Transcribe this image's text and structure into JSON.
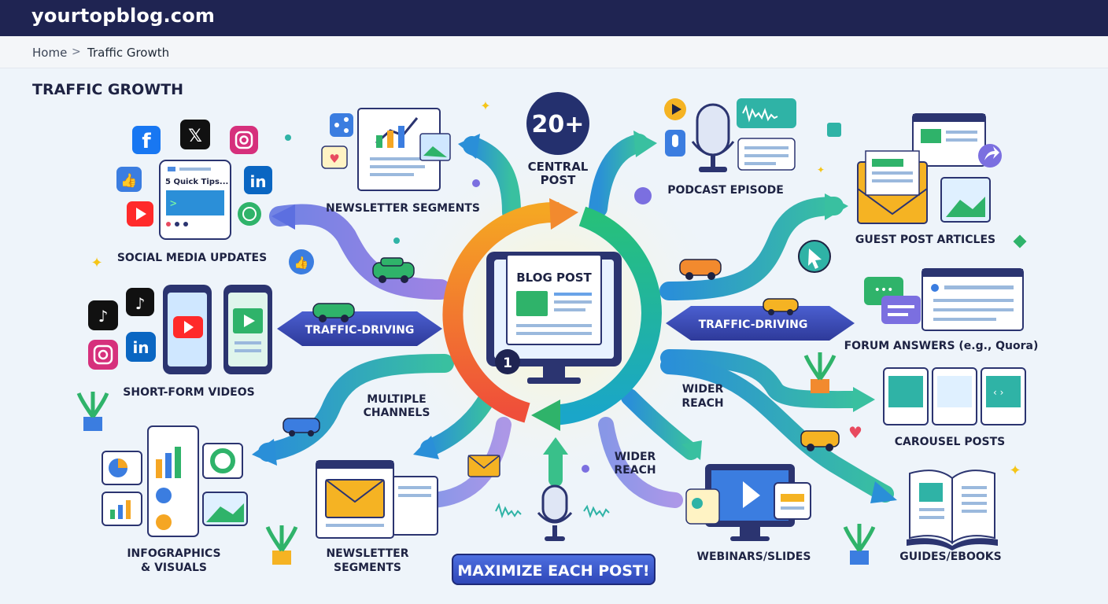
{
  "site": {
    "name": "yourtopblog.com"
  },
  "breadcrumb": {
    "home": "Home",
    "separator": ">",
    "current": "Traffic Growth"
  },
  "page": {
    "title": "TRAFFIC GROWTH"
  },
  "center": {
    "badge": "20+",
    "badge_label_1": "CENTRAL",
    "badge_label_2": "POST",
    "screen_title": "BLOG POST",
    "step_number": "1"
  },
  "channels": {
    "social_media": "SOCIAL MEDIA UPDATES",
    "social_post_text": "5 Quick Tips...",
    "newsletter_top": "NEWSLETTER SEGMENTS",
    "podcast": "PODCAST EPISODE",
    "guest_posts": "GUEST POST ARTICLES",
    "short_videos": "SHORT-FORM VIDEOS",
    "forum_answers": "FORUM ANSWERS (e.g., Quora)",
    "carousel": "CAROUSEL POSTS",
    "infographics_1": "INFOGRAPHICS",
    "infographics_2": "& VISUALS",
    "newsletter_bottom_1": "NEWSLETTER",
    "newsletter_bottom_2": "SEGMENTS",
    "webinars": "WEBINARS/SLIDES",
    "guides": "GUIDES/EBOOKS"
  },
  "flow_labels": {
    "traffic_left": "TRAFFIC-DRIVING",
    "traffic_right": "TRAFFIC-DRIVING",
    "multiple_1": "MULTIPLE",
    "multiple_2": "CHANNELS",
    "wider_a_1": "WIDER",
    "wider_a_2": "REACH",
    "wider_b_1": "WIDER",
    "wider_b_2": "REACH"
  },
  "cta": {
    "label": "MAXIMIZE EACH POST!"
  },
  "colors": {
    "header": "#1f2452",
    "accent_blue": "#3b6fe0",
    "accent_green": "#2fb36a",
    "accent_orange": "#f2762e",
    "arrow_purple": "#7b6fe0"
  },
  "icons": [
    "facebook-icon",
    "x-icon",
    "instagram-icon",
    "linkedin-icon",
    "youtube-icon",
    "tiktok-icon",
    "like-icon",
    "microphone-icon",
    "envelope-icon",
    "share-icon",
    "heart-icon",
    "plant-icon",
    "car-icon",
    "cursor-icon"
  ]
}
